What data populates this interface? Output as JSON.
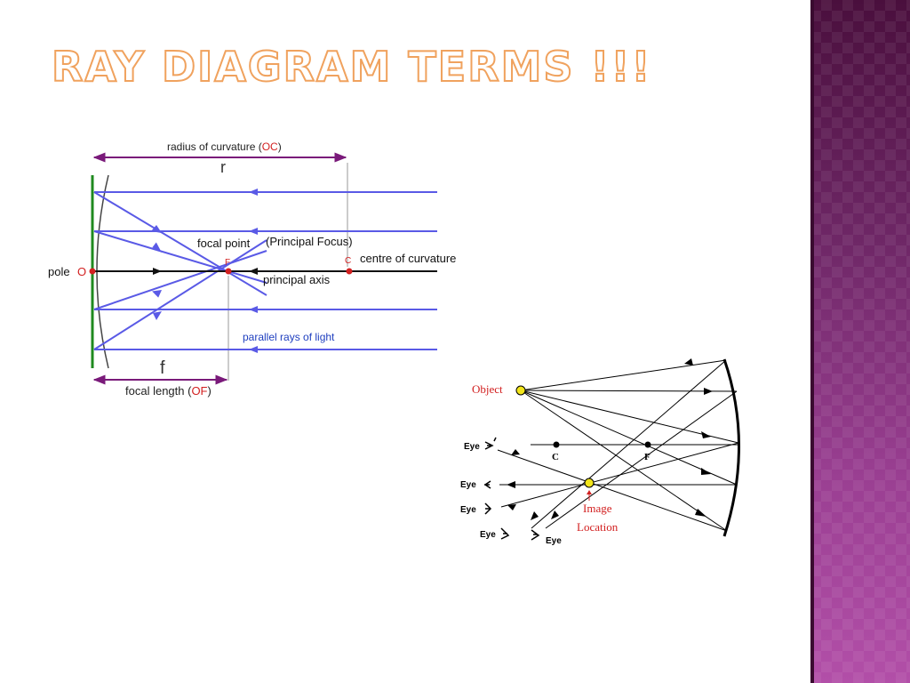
{
  "slide": {
    "title": "RAY DIAGRAM TERMS   !!!"
  },
  "mirror_diagram": {
    "radius_label_prefix": "radius of curvature (",
    "radius_label_highlight": "OC",
    "radius_label_suffix": ")",
    "r_symbol": "r",
    "focal_point_label": "focal point",
    "principal_focus_label": "(Principal Focus)",
    "f_marker": "F",
    "c_marker": "C",
    "centre_label": "centre of curvature",
    "pole_label": "pole",
    "o_marker": "O",
    "principal_axis_label": "principal axis",
    "parallel_rays_label": "parallel rays of light",
    "f_symbol": "f",
    "focal_length_prefix": "focal length (",
    "focal_length_highlight": "OF",
    "focal_length_suffix": ")"
  },
  "ray_diagram": {
    "object_label": "Object",
    "c_label": "C",
    "f_label": "F",
    "image_label_line1": "Image",
    "image_label_line2": "Location",
    "eye_labels": [
      "Eye",
      "Eye",
      "Eye",
      "Eye",
      "Eye"
    ]
  },
  "colors": {
    "ray_blue": "#5a5ae6",
    "accent_red": "#d22020",
    "purple_arrow": "#7a1a7a",
    "mirror_green": "#1f8a1f",
    "title_orange": "#f0a25e",
    "marker_yellow": "#f2e51b"
  }
}
